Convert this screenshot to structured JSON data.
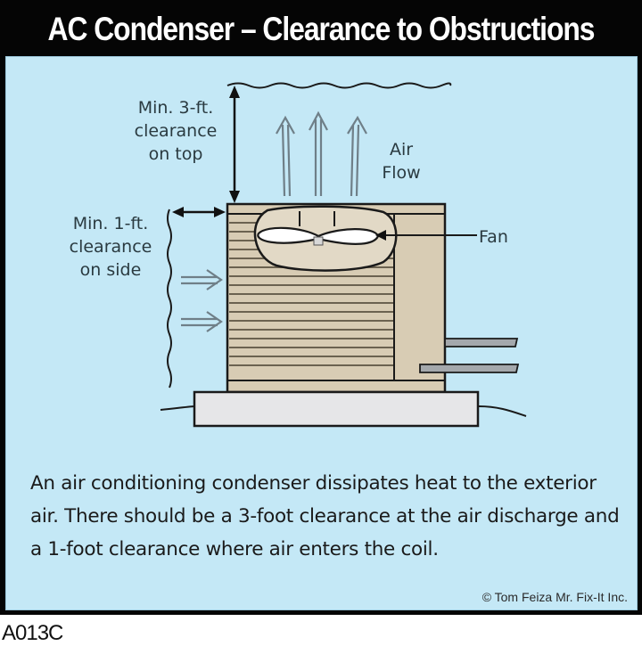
{
  "title": "AC Condenser – Clearance to Obstructions",
  "labels": {
    "top_clearance": [
      "Min. 3-ft.",
      "clearance",
      "on top"
    ],
    "side_clearance": [
      "Min. 1-ft.",
      "clearance",
      "on side"
    ],
    "air_flow": [
      "Air",
      "Flow"
    ],
    "fan": "Fan"
  },
  "caption": "An air conditioning condenser dissipates heat to the exterior air. There should be a 3-foot clearance at the air discharge and a 1-foot clearance where air enters the coil.",
  "copyright": "© Tom Feiza Mr. Fix-It Inc.",
  "figure_code": "A013C",
  "colors": {
    "frame": "#050505",
    "background": "#c4e8f6",
    "unit_body": "#d8ccb4",
    "pad": "#e6e6e8",
    "arrow_gray": "#6f7f88",
    "line": "#1a1a1a"
  }
}
